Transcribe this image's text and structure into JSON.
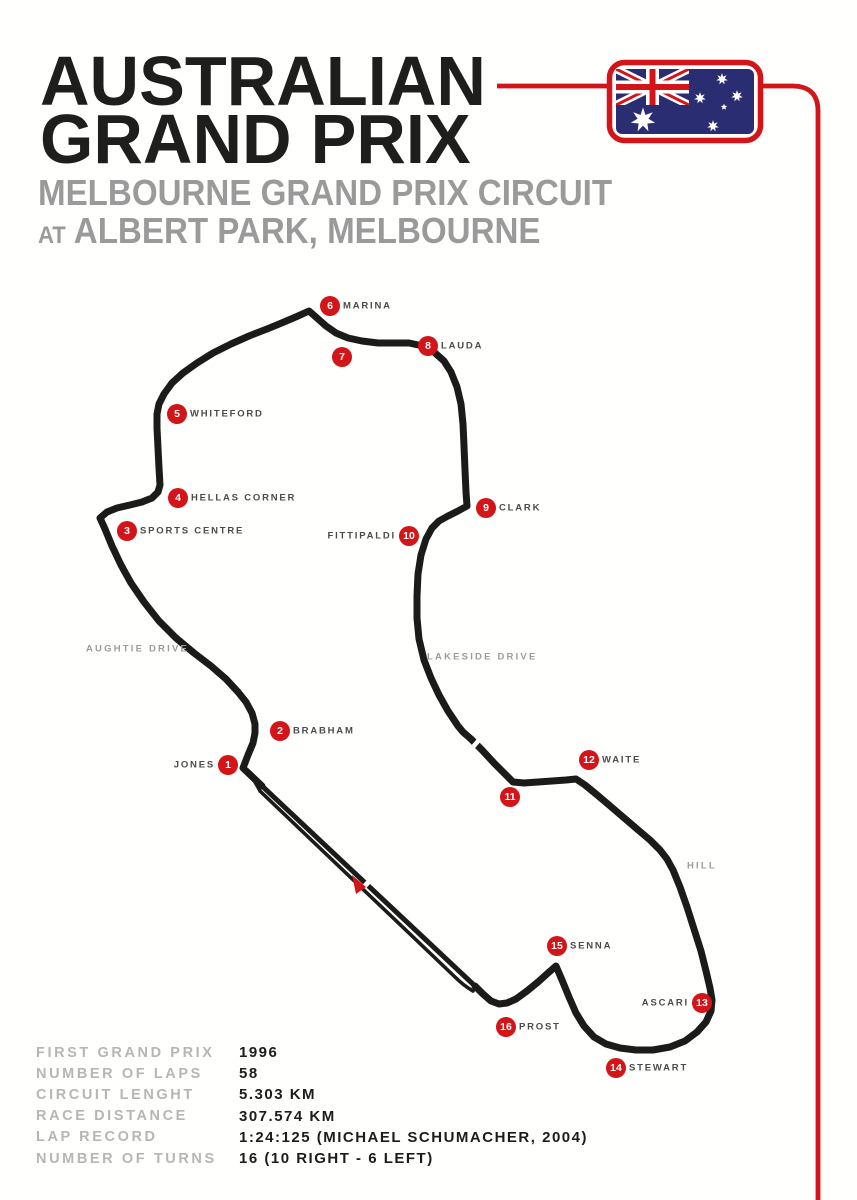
{
  "colors": {
    "accent_red": "#d31419",
    "track_black": "#1b1b19",
    "flag_blue": "#2b2d72",
    "title_black": "#1e1e1c",
    "subtitle_gray": "#9a9a9a",
    "corner_label_gray": "#4b4b4b",
    "road_label_gray": "#9c9c9c",
    "stats_label_gray": "#b6b6b6"
  },
  "header": {
    "title_line1": "AUSTRALIAN",
    "title_line2": "GRAND PRIX",
    "subtitle_line1": "MELBOURNE GRAND PRIX CIRCUIT",
    "subtitle_line2_prefix": "AT",
    "subtitle_line2": "ALBERT PARK, MELBOURNE"
  },
  "map": {
    "corners": [
      {
        "n": "1",
        "name": "JONES"
      },
      {
        "n": "2",
        "name": "BRABHAM"
      },
      {
        "n": "3",
        "name": "SPORTS CENTRE"
      },
      {
        "n": "4",
        "name": "HELLAS CORNER"
      },
      {
        "n": "5",
        "name": "WHITEFORD"
      },
      {
        "n": "6",
        "name": "MARINA"
      },
      {
        "n": "7",
        "name": ""
      },
      {
        "n": "8",
        "name": "LAUDA"
      },
      {
        "n": "9",
        "name": "CLARK"
      },
      {
        "n": "10",
        "name": "FITTIPALDI"
      },
      {
        "n": "11",
        "name": ""
      },
      {
        "n": "12",
        "name": "WAITE"
      },
      {
        "n": "13",
        "name": "ASCARI"
      },
      {
        "n": "14",
        "name": "STEWART"
      },
      {
        "n": "15",
        "name": "SENNA"
      },
      {
        "n": "16",
        "name": "PROST"
      }
    ],
    "roads": {
      "road1": "AUGHTIE DRIVE",
      "road2": "LAKESIDE DRIVE",
      "road3": "HILL"
    }
  },
  "stats": {
    "rows": [
      {
        "label": "FIRST GRAND PRIX",
        "value": "1996"
      },
      {
        "label": "NUMBER OF LAPS",
        "value": "58"
      },
      {
        "label": "CIRCUIT LENGHT",
        "value": "5.303 KM"
      },
      {
        "label": "RACE DISTANCE",
        "value": "307.574 KM"
      },
      {
        "label": "LAP RECORD",
        "value": "1:24:125 (MICHAEL SCHUMACHER, 2004)"
      },
      {
        "label": "NUMBER OF TURNS",
        "value": "16 (10 RIGHT - 6 LEFT)"
      }
    ]
  }
}
